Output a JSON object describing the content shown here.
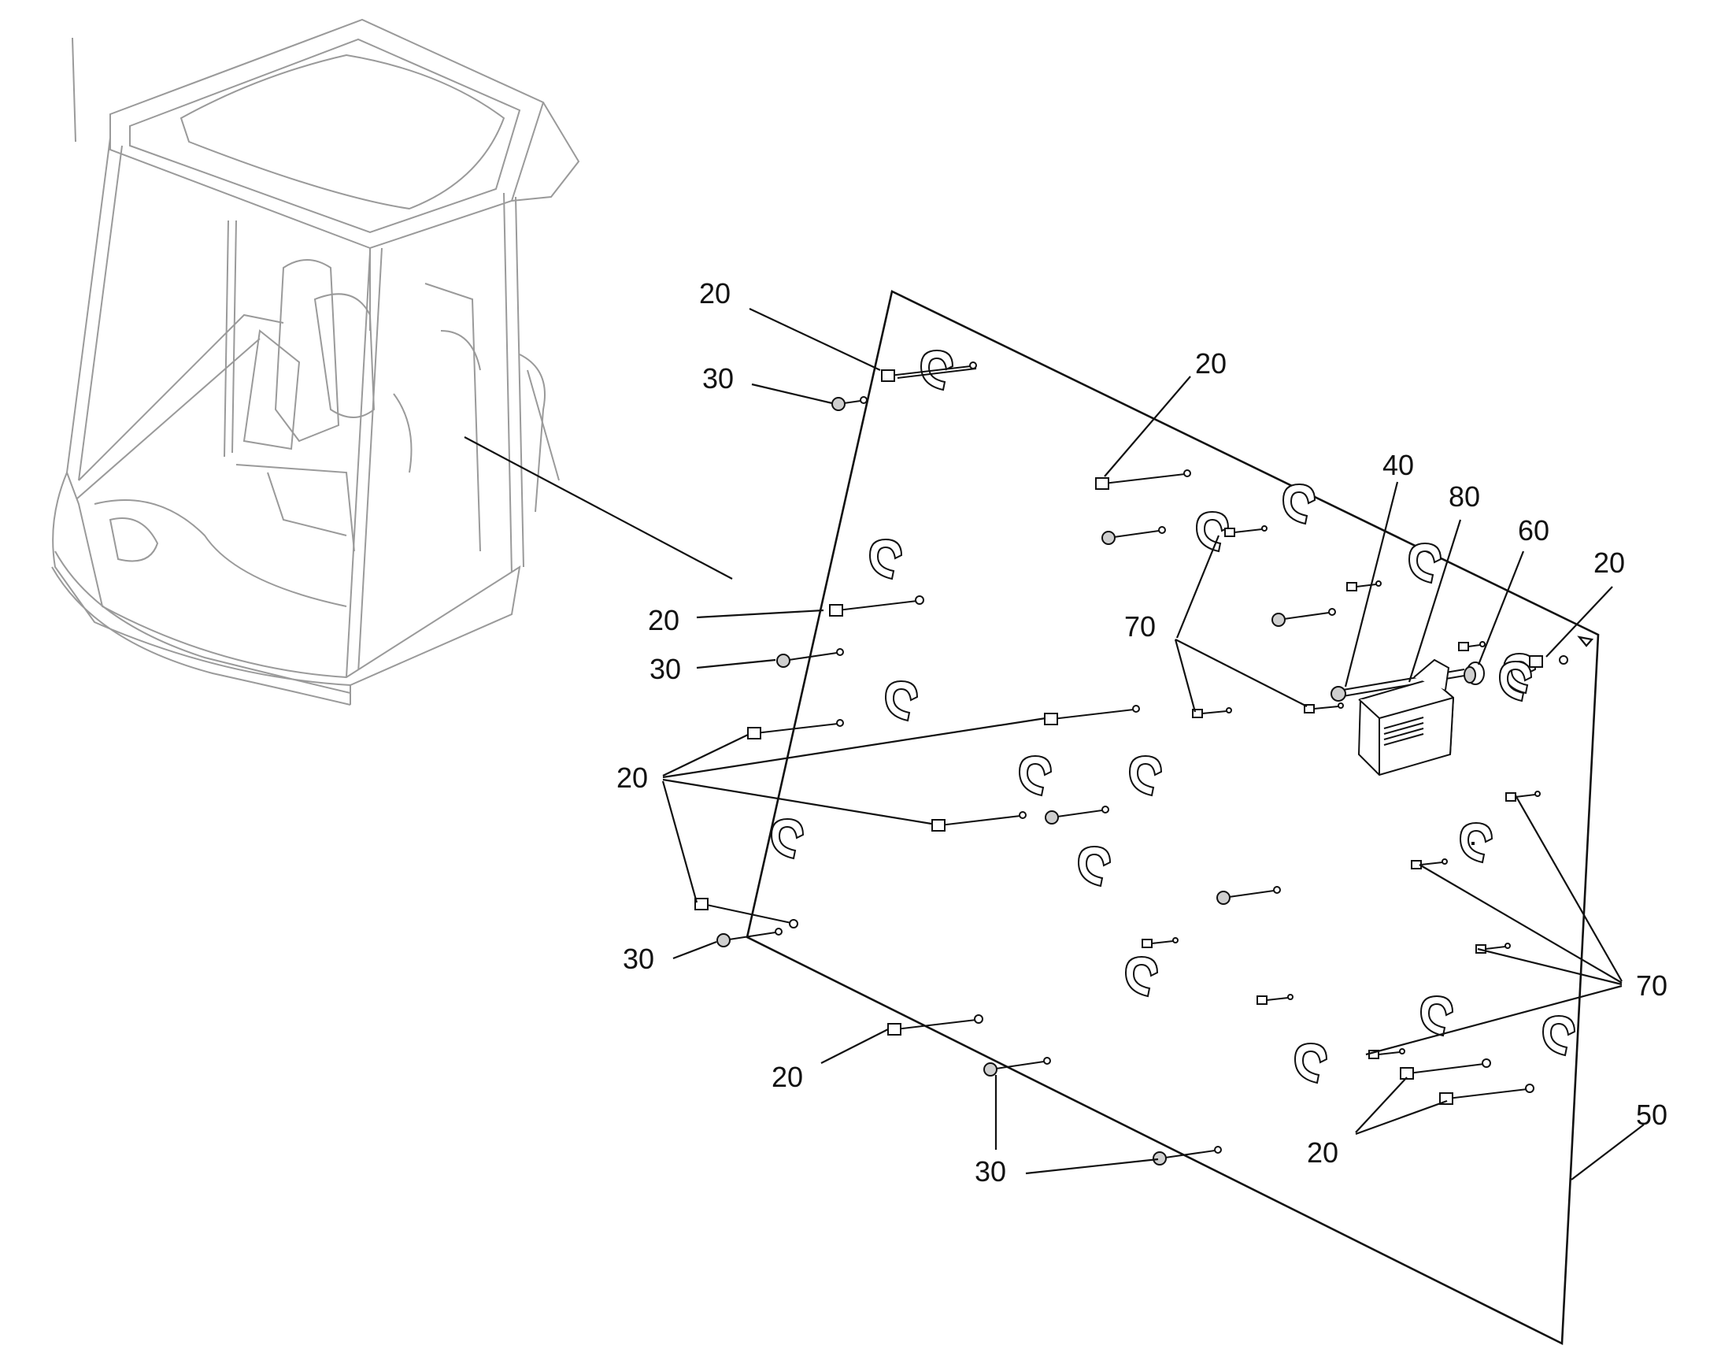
{
  "diagram": {
    "colors": {
      "ink": "#111111",
      "cab": "#9a9a9a",
      "background": "#ffffff"
    },
    "callouts": {
      "c20_top_left": "20",
      "c30_top_left": "30",
      "c20_top_mid": "20",
      "c40": "40",
      "c80": "80",
      "c60": "60",
      "c20_right": "20",
      "c20_mid_left": "20",
      "c30_mid_left": "30",
      "c70_mid": "70",
      "c20_group_left": "20",
      "c30_bottom_left": "30",
      "c20_bottom_left": "20",
      "c30_bottom_mid": "30",
      "c20_bottom_right": "20",
      "c70_right": "70",
      "c50": "50"
    },
    "module_label_icon": "printed-label-icon"
  }
}
